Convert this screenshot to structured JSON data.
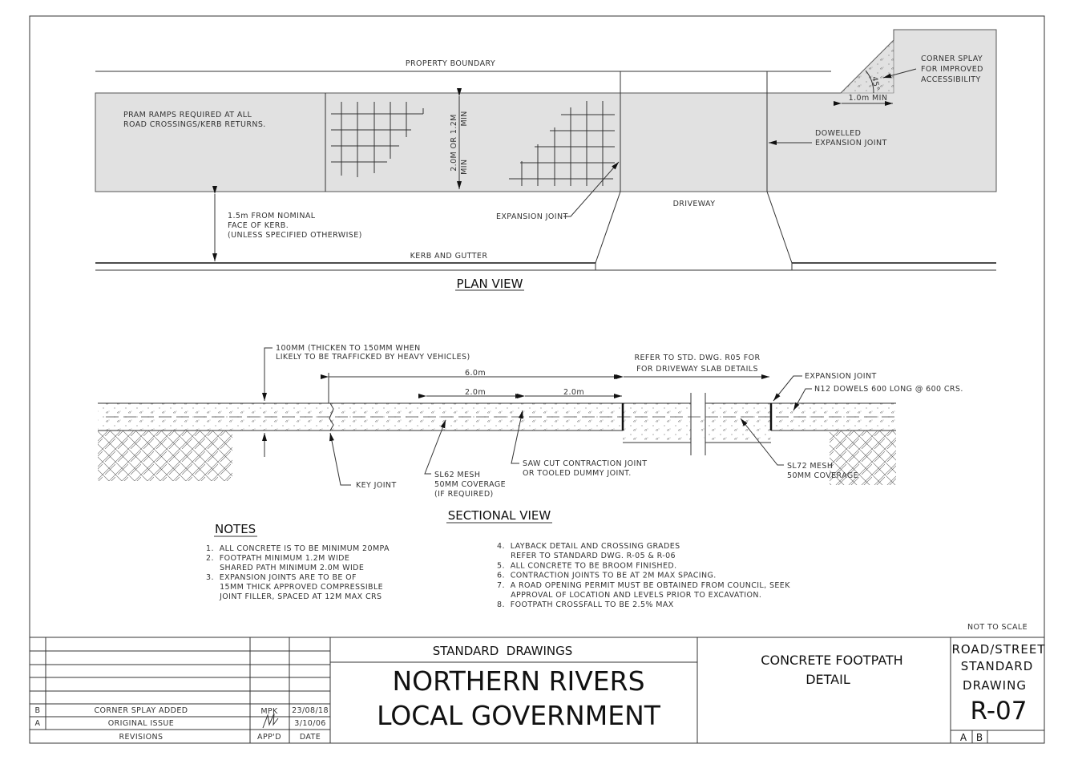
{
  "plan": {
    "property_boundary": "PROPERTY BOUNDARY",
    "pram_ramps": [
      "PRAM RAMPS REQUIRED AT ALL",
      "ROAD CROSSINGS/KERB RETURNS."
    ],
    "width_dim": [
      "2.0M OR 1.2M",
      "MIN            MIN"
    ],
    "corner_splay": [
      "CORNER SPLAY",
      "FOR IMPROVED",
      "ACCESSIBILITY"
    ],
    "angle": "45°",
    "splay_min": "1.0m MIN",
    "dowelled": [
      "DOWELLED",
      "EXPANSION JOINT"
    ],
    "expansion_joint": "EXPANSION JOINT",
    "driveway": "DRIVEWAY",
    "offset": [
      "1.5m FROM NOMINAL",
      "FACE OF KERB.",
      "(UNLESS SPECIFIED OTHERWISE)"
    ],
    "kerb": "KERB AND GUTTER",
    "title": "PLAN VIEW"
  },
  "section": {
    "thickness": [
      "100MM (THICKEN TO 150MM WHEN",
      "LIKELY TO BE TRAFFICKED BY HEAVY VEHICLES)"
    ],
    "dim_6": "6.0m",
    "dim_2a": "2.0m",
    "dim_2b": "2.0m",
    "refer": [
      "REFER TO STD. DWG. R05 FOR",
      "FOR DRIVEWAY SLAB DETAILS"
    ],
    "expansion_joint": "EXPANSION JOINT",
    "dowels": "N12 DOWELS 600 LONG @ 600 CRS.",
    "key_joint": "KEY JOINT",
    "sl62": [
      "SL62 MESH",
      "50MM COVERAGE",
      "(IF REQUIRED)"
    ],
    "saw_cut": [
      "SAW CUT CONTRACTION JOINT",
      "OR TOOLED DUMMY JOINT."
    ],
    "sl72": [
      "SL72 MESH",
      "50MM COVERAGE"
    ],
    "title": "SECTIONAL VIEW"
  },
  "notes": {
    "title": "NOTES",
    "left": [
      "1.  ALL CONCRETE IS TO BE MINIMUM 20MPA",
      "2.  FOOTPATH MINIMUM 1.2M WIDE",
      "     SHARED PATH MINIMUM 2.0M WIDE",
      "3.  EXPANSION JOINTS ARE TO BE OF",
      "     15MM THICK APPROVED COMPRESSIBLE",
      "     JOINT FILLER, SPACED AT 12M MAX CRS"
    ],
    "right": [
      "4.  LAYBACK DETAIL AND CROSSING GRADES",
      "     REFER TO STANDARD DWG. R-05 & R-06",
      "5.  ALL CONCRETE TO BE BROOM FINISHED.",
      "6.  CONTRACTION JOINTS TO BE AT 2M MAX SPACING.",
      "7.  A ROAD OPENING PERMIT MUST BE OBTAINED FROM COUNCIL, SEEK",
      "     APPROVAL OF LOCATION AND LEVELS PRIOR TO EXCAVATION.",
      "8.  FOOTPATH CROSSFALL TO BE 2.5% MAX"
    ],
    "scale": "NOT TO SCALE"
  },
  "title_block": {
    "revisions": [
      {
        "rev": "B",
        "desc": "CORNER SPLAY ADDED",
        "app": "MPK",
        "date": "23/08/18"
      },
      {
        "rev": "A",
        "desc": "ORIGINAL ISSUE",
        "date": "3/10/06"
      }
    ],
    "headers": {
      "revisions": "REVISIONS",
      "app": "APP'D",
      "date": "DATE"
    },
    "standard": "STANDARD  DRAWINGS",
    "org": [
      "NORTHERN RIVERS",
      "LOCAL GOVERNMENT"
    ],
    "drawing_title": [
      "CONCRETE FOOTPATH",
      "DETAIL"
    ],
    "type": [
      "ROAD/STREET",
      "STANDARD",
      "DRAWING"
    ],
    "number": "R-07",
    "rev_boxes": [
      "A",
      "B"
    ]
  }
}
